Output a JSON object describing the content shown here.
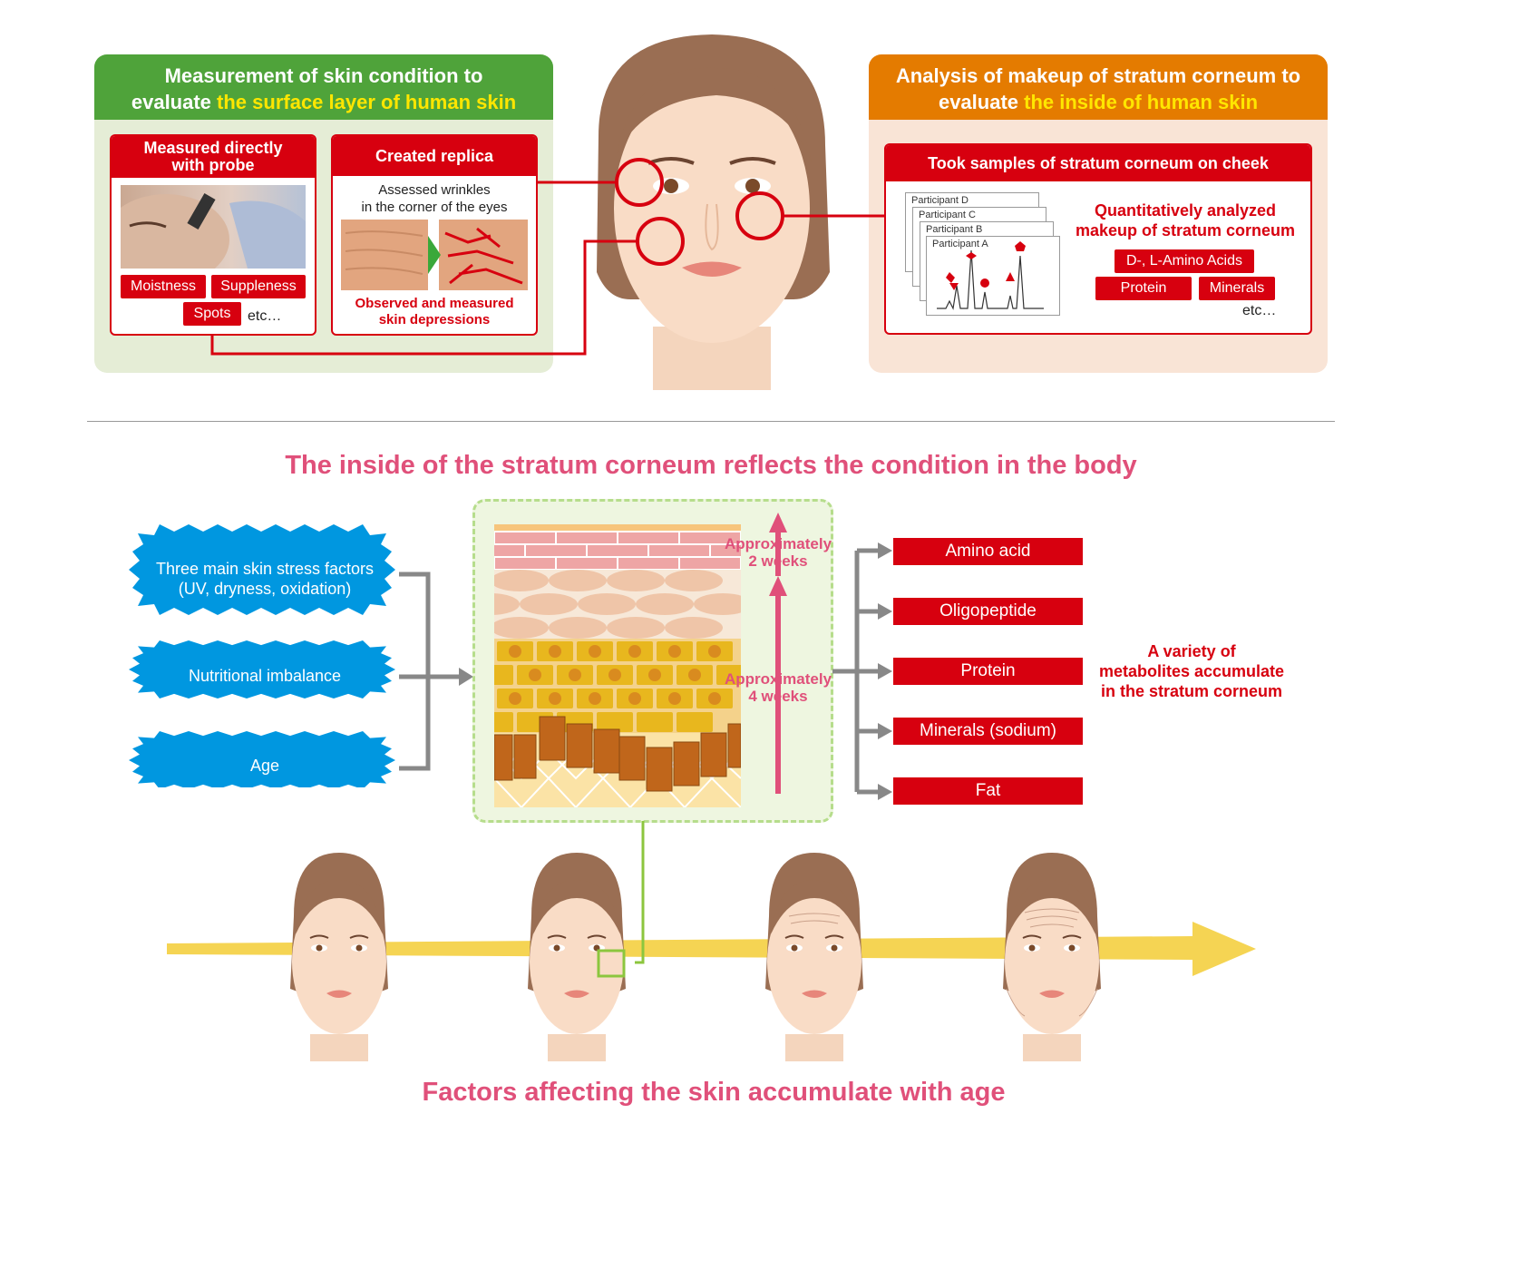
{
  "left_panel": {
    "title_line1": "Measurement of skin condition to",
    "title_line2_a": "evaluate ",
    "title_line2_b": "the surface layer of human skin",
    "probe_box": {
      "title_line1": "Measured directly",
      "title_line2": "with probe",
      "tags": [
        "Moistness",
        "Suppleness",
        "Spots"
      ],
      "etc": "etc…"
    },
    "replica_box": {
      "title": "Created replica",
      "desc_line1": "Assessed wrinkles",
      "desc_line2": "in the corner of the eyes",
      "result_line1": "Observed and measured",
      "result_line2": "skin depressions"
    }
  },
  "right_panel": {
    "title_line1": "Analysis of makeup of stratum corneum to",
    "title_line2_a": "evaluate ",
    "title_line2_b": "the inside of human skin",
    "sample_box": {
      "title": "Took samples of stratum corneum on cheek",
      "participants": [
        "Participant D",
        "Participant C",
        "Participant B",
        "Participant A"
      ],
      "analysis_line1": "Quantitatively analyzed",
      "analysis_line2": "makeup of stratum corneum",
      "tags": [
        "D-, L-Amino Acids",
        "Protein",
        "Minerals"
      ],
      "etc": "etc…"
    }
  },
  "middle_title": "The inside of the stratum corneum reflects the condition in the body",
  "factors": [
    {
      "line1": "Three main skin stress factors",
      "line2": "(UV, dryness, oxidation)"
    },
    {
      "line1": "Nutritional imbalance",
      "line2": ""
    },
    {
      "line1": "Age",
      "line2": ""
    }
  ],
  "skin_diagram": {
    "period_short_line1": "Approximately",
    "period_short_line2": "2 weeks",
    "period_long_line1": "Approximately",
    "period_long_line2": "4 weeks"
  },
  "outputs": [
    "Amino acid",
    "Oligopeptide",
    "Protein",
    "Minerals (sodium)",
    "Fat"
  ],
  "outputs_note": {
    "line1": "A variety of",
    "line2": "metabolites accumulate",
    "line3": "in the stratum corneum"
  },
  "bottom_title": "Factors affecting the skin accumulate with age",
  "colors": {
    "green": "#4fa33a",
    "orange": "#e47b00",
    "red": "#d7000f",
    "pink": "#e0507a",
    "blue": "#0097e0",
    "yellow": "#f5d453"
  }
}
